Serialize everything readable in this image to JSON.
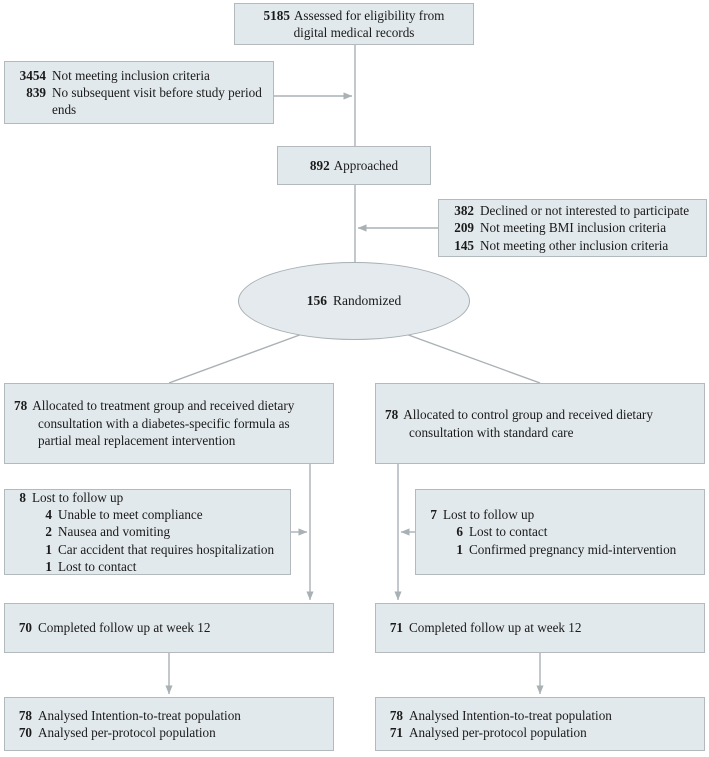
{
  "figure": {
    "type": "consort-flow-diagram",
    "colors": {
      "box_fill": "#e2e9ec",
      "box_border": "#b2babd",
      "connector": "#a9b1b5",
      "text": "#1a1a1a"
    }
  },
  "nodes": {
    "assessed": {
      "count": "5185",
      "text": "Assessed for eligibility from digital medical records"
    },
    "excluded_first": {
      "items": [
        {
          "count": "3454",
          "text": "Not meeting inclusion criteria"
        },
        {
          "count": "839",
          "text": "No subsequent visit before study period ends"
        }
      ]
    },
    "approached": {
      "count": "892",
      "text": "Approached"
    },
    "excluded_second": {
      "items": [
        {
          "count": "382",
          "text": "Declined or not interested to participate"
        },
        {
          "count": "209",
          "text": "Not meeting BMI inclusion criteria"
        },
        {
          "count": "145",
          "text": "Not meeting other inclusion criteria"
        }
      ]
    },
    "randomized": {
      "count": "156",
      "text": "Randomized"
    },
    "allocation_left": {
      "count": "78",
      "text": "Allocated to treatment group and received dietary consultation with a diabetes-specific formula as partial meal replacement intervention"
    },
    "allocation_right": {
      "count": "78",
      "text": "Allocated to control group and received dietary consultation with standard care"
    },
    "lost_left": {
      "header": {
        "count": "8",
        "text": "Lost to follow up"
      },
      "items": [
        {
          "count": "4",
          "text": "Unable to meet compliance"
        },
        {
          "count": "2",
          "text": "Nausea and vomiting"
        },
        {
          "count": "1",
          "text": "Car accident that requires hospitalization"
        },
        {
          "count": "1",
          "text": "Lost to contact"
        }
      ]
    },
    "lost_right": {
      "header": {
        "count": "7",
        "text": "Lost to follow up"
      },
      "items": [
        {
          "count": "6",
          "text": "Lost to contact"
        },
        {
          "count": "1",
          "text": "Confirmed pregnancy mid-intervention"
        }
      ]
    },
    "completed_left": {
      "count": "70",
      "text": "Completed follow up at week 12"
    },
    "completed_right": {
      "count": "71",
      "text": "Completed follow up at week 12"
    },
    "analysed_left": {
      "items": [
        {
          "count": "78",
          "text": "Analysed Intention-to-treat population"
        },
        {
          "count": "70",
          "text": "Analysed per-protocol population"
        }
      ]
    },
    "analysed_right": {
      "items": [
        {
          "count": "78",
          "text": "Analysed Intention-to-treat population"
        },
        {
          "count": "71",
          "text": "Analysed per-protocol population"
        }
      ]
    }
  }
}
